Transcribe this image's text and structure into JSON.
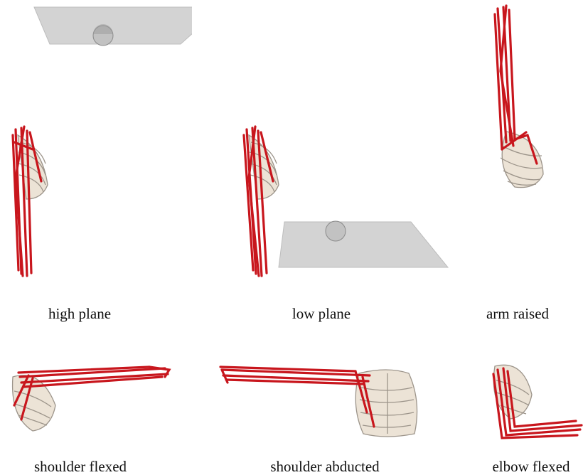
{
  "panels": [
    {
      "id": "high-plane",
      "caption": "high plane"
    },
    {
      "id": "low-plane",
      "caption": "low plane"
    },
    {
      "id": "arm-raised",
      "caption": "arm raised"
    },
    {
      "id": "shoulder-flexed",
      "caption": "shoulder flexed"
    },
    {
      "id": "shoulder-abducted",
      "caption": "shoulder abducted"
    },
    {
      "id": "elbow-flexed",
      "caption": "elbow flexed"
    }
  ],
  "colors": {
    "muscle": "#c8161d",
    "muscle_dark": "#8e0f12",
    "bone": "#ece3d6",
    "bone_edge": "#9c948a",
    "plane": "#d3d3d3",
    "plane_edge": "#bdbdbd",
    "ball": "#c2c2c2"
  }
}
